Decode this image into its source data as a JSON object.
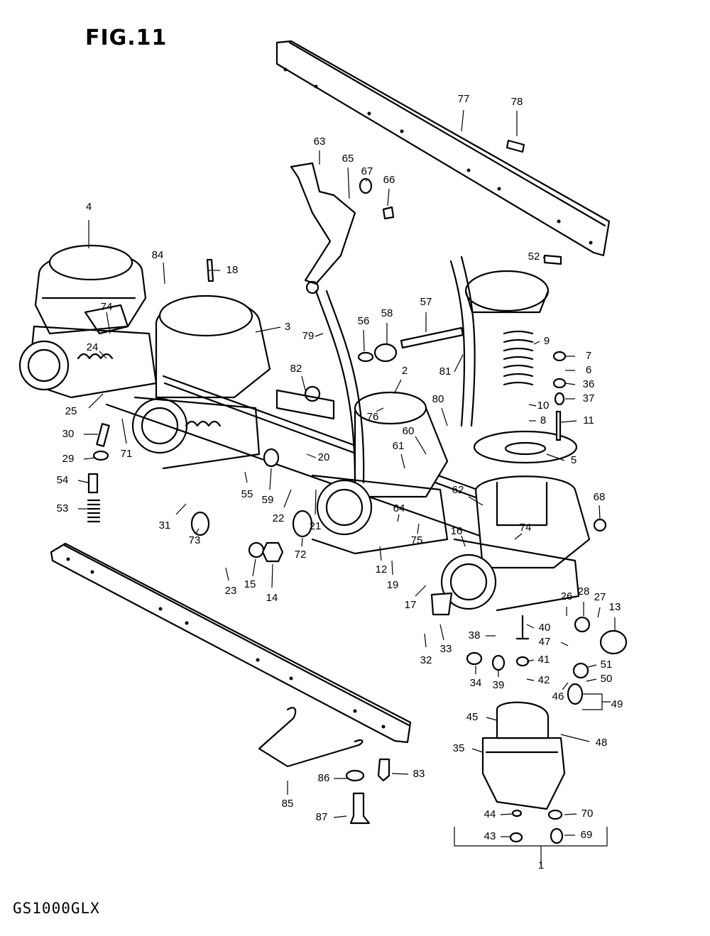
{
  "figure": {
    "title": "FIG.11",
    "model": "GS1000GLX"
  },
  "callouts": [
    {
      "id": "4"
    },
    {
      "id": "84"
    },
    {
      "id": "18"
    },
    {
      "id": "74a",
      "text": "74"
    },
    {
      "id": "3"
    },
    {
      "id": "24"
    },
    {
      "id": "25"
    },
    {
      "id": "30"
    },
    {
      "id": "29"
    },
    {
      "id": "71"
    },
    {
      "id": "54"
    },
    {
      "id": "53"
    },
    {
      "id": "31"
    },
    {
      "id": "55"
    },
    {
      "id": "59"
    },
    {
      "id": "73"
    },
    {
      "id": "23"
    },
    {
      "id": "15"
    },
    {
      "id": "14"
    },
    {
      "id": "22"
    },
    {
      "id": "72"
    },
    {
      "id": "21"
    },
    {
      "id": "20"
    },
    {
      "id": "82"
    },
    {
      "id": "79"
    },
    {
      "id": "63"
    },
    {
      "id": "65"
    },
    {
      "id": "67"
    },
    {
      "id": "66"
    },
    {
      "id": "77"
    },
    {
      "id": "78"
    },
    {
      "id": "56"
    },
    {
      "id": "58"
    },
    {
      "id": "57"
    },
    {
      "id": "2"
    },
    {
      "id": "76"
    },
    {
      "id": "60"
    },
    {
      "id": "61"
    },
    {
      "id": "80"
    },
    {
      "id": "81"
    },
    {
      "id": "52"
    },
    {
      "id": "9"
    },
    {
      "id": "7"
    },
    {
      "id": "6"
    },
    {
      "id": "36"
    },
    {
      "id": "37"
    },
    {
      "id": "10"
    },
    {
      "id": "8"
    },
    {
      "id": "11"
    },
    {
      "id": "5"
    },
    {
      "id": "62"
    },
    {
      "id": "64"
    },
    {
      "id": "75"
    },
    {
      "id": "12"
    },
    {
      "id": "19"
    },
    {
      "id": "17"
    },
    {
      "id": "16"
    },
    {
      "id": "74b",
      "text": "74"
    },
    {
      "id": "68"
    },
    {
      "id": "26"
    },
    {
      "id": "28"
    },
    {
      "id": "27"
    },
    {
      "id": "13"
    },
    {
      "id": "40"
    },
    {
      "id": "38"
    },
    {
      "id": "47"
    },
    {
      "id": "33"
    },
    {
      "id": "32"
    },
    {
      "id": "41"
    },
    {
      "id": "51"
    },
    {
      "id": "34"
    },
    {
      "id": "39"
    },
    {
      "id": "42"
    },
    {
      "id": "50"
    },
    {
      "id": "46"
    },
    {
      "id": "49"
    },
    {
      "id": "45"
    },
    {
      "id": "48"
    },
    {
      "id": "35"
    },
    {
      "id": "86"
    },
    {
      "id": "83"
    },
    {
      "id": "85"
    },
    {
      "id": "87"
    },
    {
      "id": "44"
    },
    {
      "id": "70"
    },
    {
      "id": "43"
    },
    {
      "id": "69"
    },
    {
      "id": "1"
    }
  ]
}
